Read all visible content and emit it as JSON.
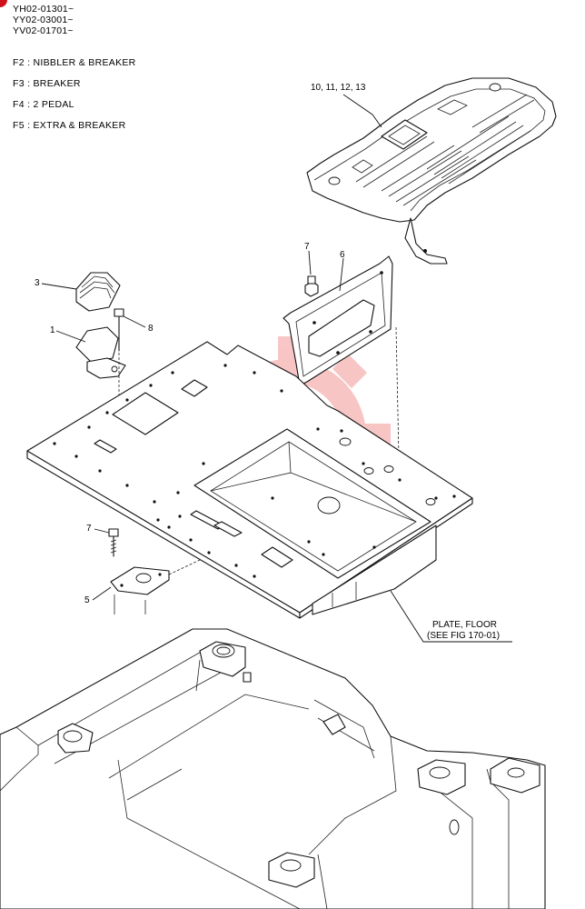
{
  "serials": [
    "YH02-01301~",
    "YY02-03001~",
    "YV02-01701~"
  ],
  "legend": [
    "F2 : NIBBLER & BREAKER",
    "F3 : BREAKER",
    "F4 : 2 PEDAL",
    "F5 : EXTRA & BREAKER"
  ],
  "callouts": {
    "mat": "10, 11, 12, 13",
    "c1": "1",
    "c3": "3",
    "c5": "5",
    "c6": "6",
    "c7a": "7",
    "c7b": "7",
    "c8": "8"
  },
  "note": {
    "line1": "PLATE, FLOOR",
    "line2": "(SEE FIG 170-01)"
  },
  "watermark_color": "#f08080",
  "corner_mark_color": "#d0101a"
}
